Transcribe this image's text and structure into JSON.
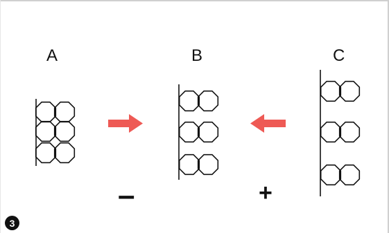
{
  "panels": {
    "a": {
      "label": "A"
    },
    "b": {
      "label": "B"
    },
    "c": {
      "label": "C"
    }
  },
  "signs": {
    "minus": "–",
    "plus": "+"
  },
  "step_badge": "3",
  "colors": {
    "arrow": "#ee5a55",
    "stroke": "#111111"
  }
}
